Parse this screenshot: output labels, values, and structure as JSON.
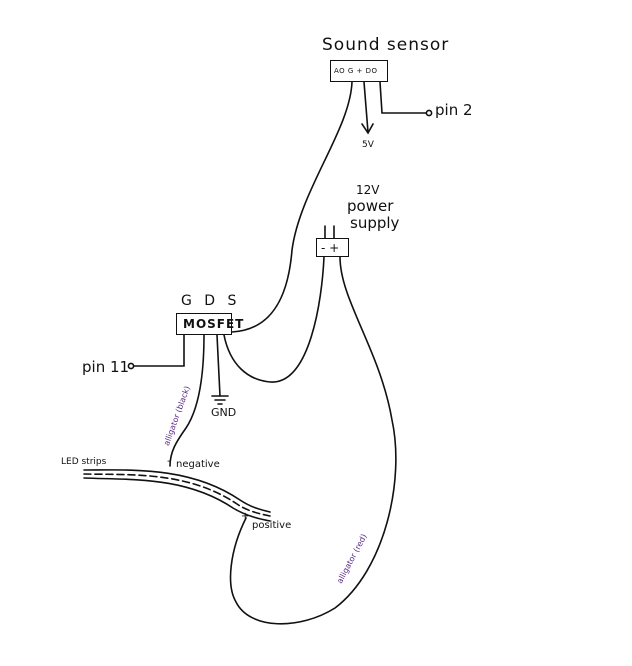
{
  "sound_sensor": {
    "title": "Sound sensor",
    "pins": "AO G + DO",
    "pin2_label": "pin 2",
    "vcc_label": "5V"
  },
  "power_supply": {
    "title_line1": "12V",
    "title_line2": "power",
    "title_line3": "supply",
    "polarity": "- +"
  },
  "mosfet": {
    "name": "MOSFET",
    "pins": "G D S",
    "gate_label": "pin 11",
    "source_label": "GND"
  },
  "led": {
    "title": "LED strips",
    "negative_label": "negative",
    "positive_label": "positive",
    "negative_sign": "-",
    "positive_sign": "+"
  },
  "wires": {
    "black_label": "alligator (black)",
    "red_label": "alligator (red)"
  },
  "colors": {
    "ink": "#111111",
    "wire_label": "#5b2a86"
  }
}
